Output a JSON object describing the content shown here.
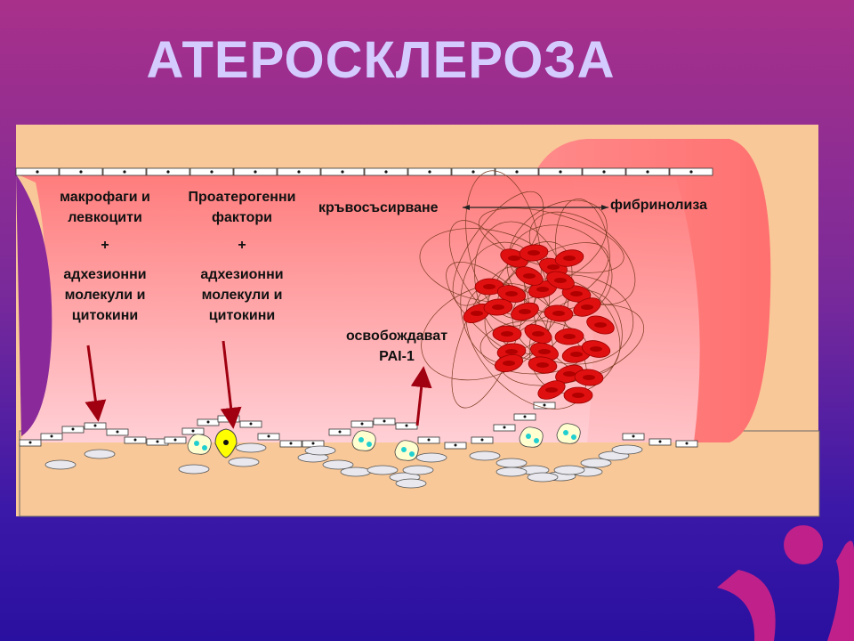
{
  "title": "АТЕРОСКЛЕРОЗА",
  "labels": {
    "col1": {
      "line1": "макрофаги и",
      "line2": "левкоцити",
      "plus": "+",
      "line3": "адхезионни",
      "line4": "молекули и",
      "line5": "цитокини"
    },
    "col2": {
      "line1": "Проатерогенни",
      "line2": "фактори",
      "plus": "+",
      "line3": "адхезионни",
      "line4": "молекули и",
      "line5": "цитокини"
    },
    "coagulation": "кръвосъсирване",
    "fibrinolysis": "фибринолиза",
    "release": {
      "line1": "освобождават",
      "line2": "PAI-1"
    }
  },
  "colors": {
    "wall": "#f9c898",
    "lumen": "#ff8080",
    "clot": "#e01010",
    "arrow": "#a00010",
    "title": "#d4ccff",
    "logo": "#c0208a"
  }
}
